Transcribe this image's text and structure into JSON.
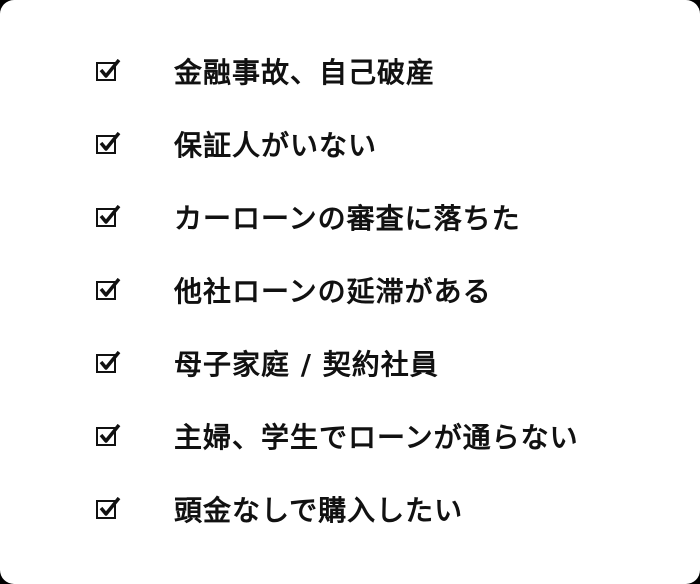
{
  "checklist": {
    "icon": "checkbox-checked-icon",
    "items": [
      {
        "label": "金融事故、自己破産"
      },
      {
        "label": "保証人がいない"
      },
      {
        "label": "カーローンの審査に落ちた"
      },
      {
        "label": "他社ローンの延滞がある"
      },
      {
        "label": "母子家庭 / 契約社員"
      },
      {
        "label": "主婦、学生でローンが通らない"
      },
      {
        "label": "頭金なしで購入したい"
      }
    ]
  },
  "colors": {
    "background": "#000000",
    "card": "#ffffff",
    "text": "#111111"
  }
}
